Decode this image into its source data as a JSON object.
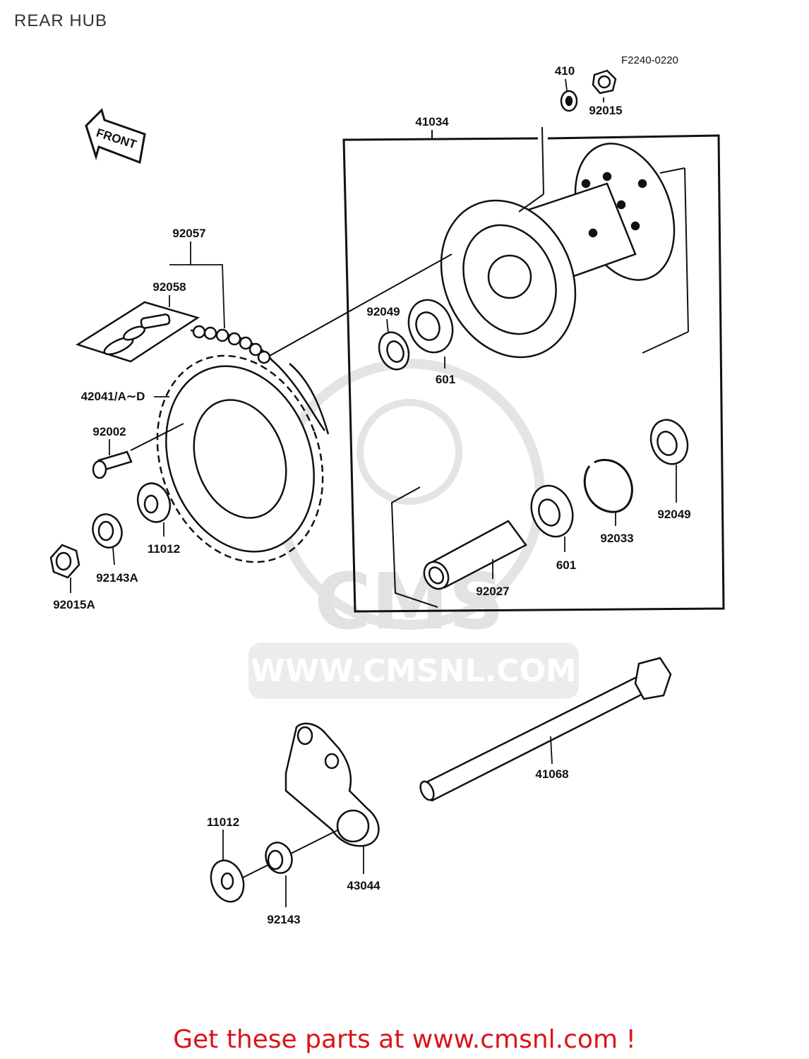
{
  "header": {
    "title": "REAR HUB",
    "figure_code": "F2240-0220"
  },
  "front_arrow": {
    "label": "FRONT"
  },
  "watermark": {
    "logo_text": "CMS",
    "url_text": "WWW.CMSNL.COM"
  },
  "parts": {
    "p410": "410",
    "p92015_top": "92015",
    "p41034": "41034",
    "p92057": "92057",
    "p92058": "92058",
    "p92049_a": "92049",
    "p601_a": "601",
    "p42041": "42041/A∼D",
    "p92002": "92002",
    "p11012_a": "11012",
    "p92143A": "92143A",
    "p92015A": "92015A",
    "p92049_b": "92049",
    "p92033": "92033",
    "p601_b": "601",
    "p92027": "92027",
    "p41068": "41068",
    "p11012_b": "11012",
    "p43044": "43044",
    "p92143": "92143"
  },
  "footer": {
    "text": "Get these parts at www.cmsnl.com !"
  },
  "colors": {
    "footer_text": "#d8151b",
    "line": "#111111",
    "watermark": "#e2e2e2"
  }
}
